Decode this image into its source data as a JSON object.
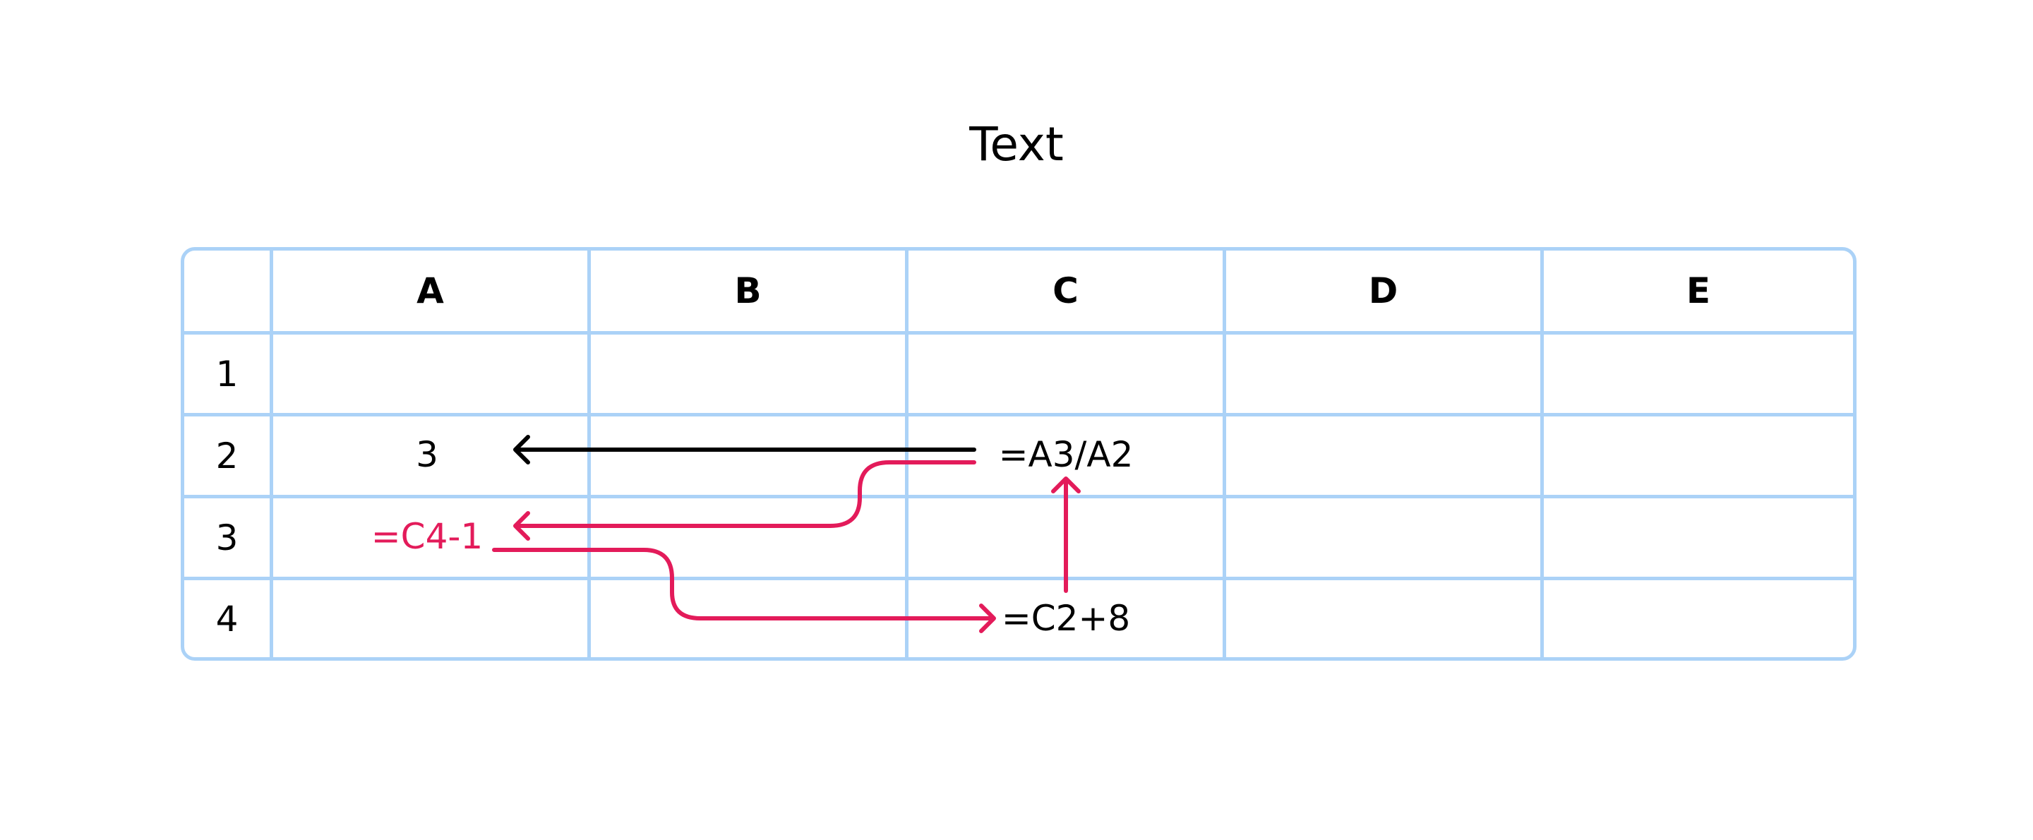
{
  "title": "Text",
  "columns": [
    "A",
    "B",
    "C",
    "D",
    "E"
  ],
  "rows": [
    "1",
    "2",
    "3",
    "4"
  ],
  "cells": {
    "a2": "3",
    "a3": "=C4-1",
    "c2": "=A3/A2",
    "c4": "=C2+8"
  },
  "colors": {
    "grid": "#abd2f7",
    "dependency_black": "#000000",
    "dependency_red": "#e31b5a"
  }
}
